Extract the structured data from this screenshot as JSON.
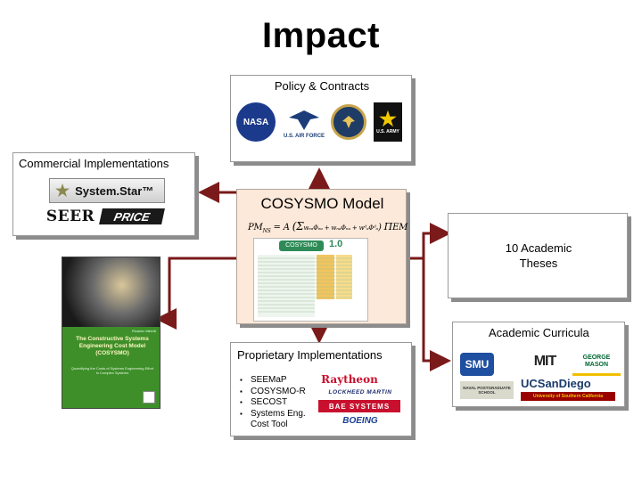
{
  "title": "Impact",
  "policy": {
    "label": "Policy & Contracts",
    "logos": [
      "nasa-logo",
      "air-force-logo",
      "dod-seal",
      "us-army-logo"
    ],
    "logo_texts": [
      "NASA",
      "U.S. AIR FORCE",
      "U.S. ARMY"
    ]
  },
  "commercial": {
    "label": "Commercial Implementations",
    "system_star": "System.Star™",
    "seer": "SEER",
    "price": "PRICE"
  },
  "model": {
    "label": "COSYSMO Model",
    "tool_badge": "COSYSMO",
    "version": "1.0",
    "formula_left": "PM",
    "formula_sub": "NS",
    "formula_mid": "= A",
    "formula_terms": "wₑₐΦₑₐ + wₙₐΦₙₐ + wᵈₐΦᵈₐ",
    "formula_tail": "EM"
  },
  "theses": {
    "label": "10 Academic Theses"
  },
  "curricula": {
    "label": "Academic Curricula",
    "schools": [
      "SMU",
      "MIT",
      "GEORGE MASON",
      "NAVAL POSTGRADUATE SCHOOL",
      "UCSanDiego",
      "University of Southern California"
    ]
  },
  "book": {
    "title": "The Constructive Systems Engineering Cost Model (COSYSMO)",
    "author": "Ricardo Valerdi",
    "subtitle": "Quantifying the Costs of Systems Engineering Effort in Complex Systems"
  },
  "proprietary": {
    "label": "Proprietary Implementations",
    "items": [
      "SEEMaP",
      "COSYSMO-R",
      "SECOST",
      "Systems Eng. Cost Tool"
    ],
    "companies": [
      "Raytheon",
      "LOCKHEED MARTIN",
      "BAE SYSTEMS",
      "BOEING"
    ]
  },
  "colors": {
    "connector": "#7a1a1a",
    "model_fill": "#fde9d9",
    "usc_red": "#990000",
    "gmu_green": "#006633"
  }
}
